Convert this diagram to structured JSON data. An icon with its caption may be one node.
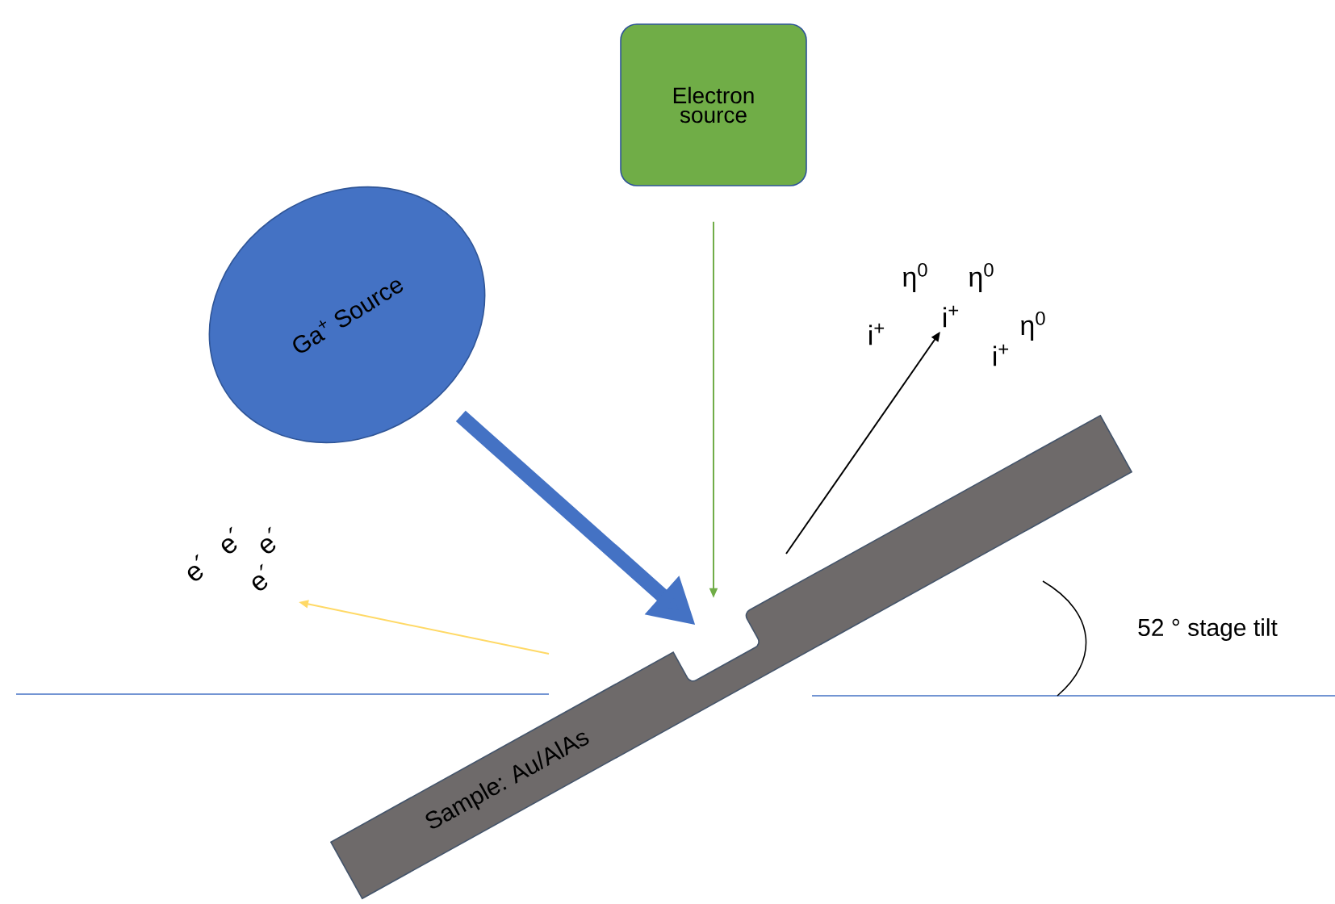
{
  "diagram": {
    "nodes": [
      {
        "text": [
          "Ga$^{+}$ Source"
        ]
      },
      {
        "text": [
          "Electron source"
        ]
      },
      {
        "text": [
          "Sample: Au/AlAs"
        ]
      },
      {
        "text": [
          "i$^{+}$"
        ]
      }
    ],
    "edges": [
      {
        "from": 0,
        "to": 2,
        "arrow": "to",
        "style": "thick",
        "color": "#4472c4"
      },
      {
        "from": 1,
        "to": 2,
        "arrow": "to",
        "color": "#70ad47"
      },
      {
        "from": 2,
        "to": 3,
        "arrow": "to",
        "color": "#000000"
      },
      {
        "from": 2,
        "to": null,
        "arrow": "to",
        "color": "#ffd966"
      }
    ],
    "labels": [
      "η$^{0}$",
      "η$^{0}$",
      "i$^{+}$",
      "η$^{0}$",
      "i$^{+}$",
      "e´",
      "e´",
      "e´",
      "e´",
      "52 °  stage tilt"
    ]
  }
}
